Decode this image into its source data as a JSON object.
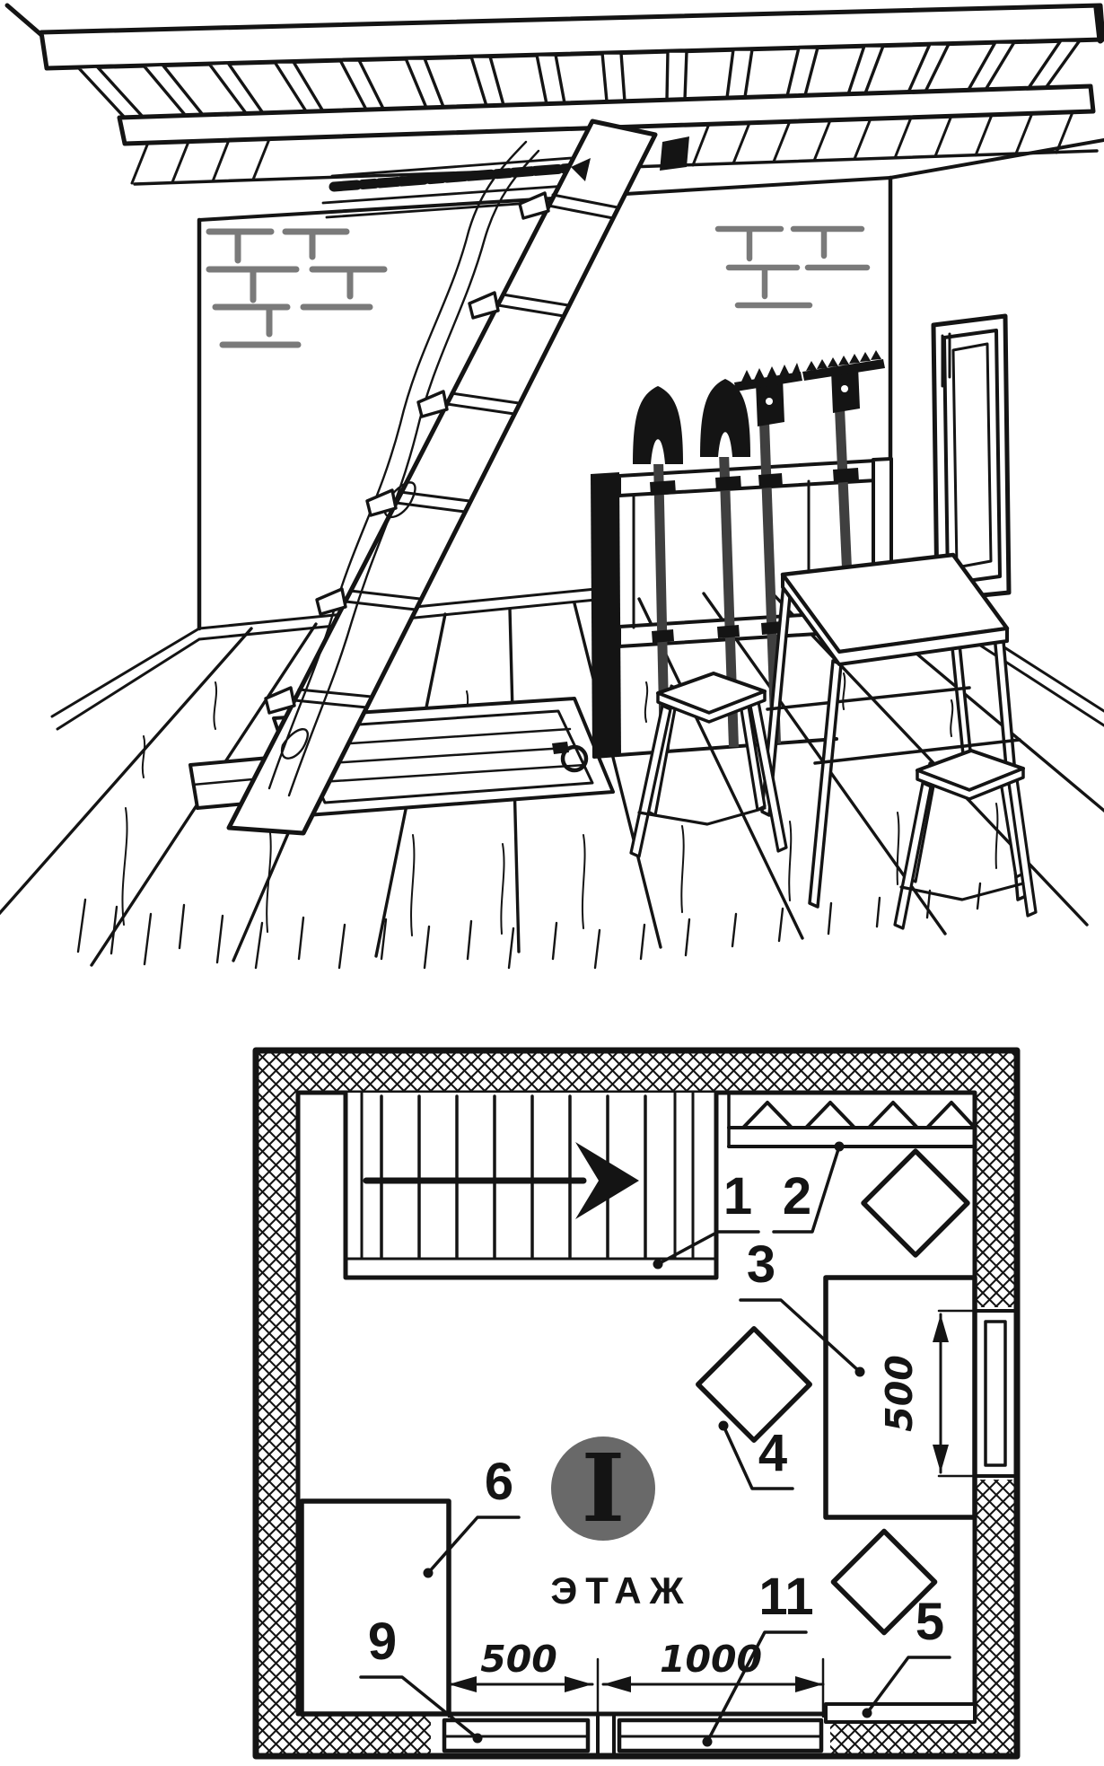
{
  "plan": {
    "badge": "I",
    "room_label": "ЭТАЖ",
    "callouts": {
      "c1": "1",
      "c2": "2",
      "c3": "3",
      "c4": "4",
      "c5": "5",
      "c6": "6",
      "c9": "9",
      "c11": "11"
    },
    "dimensions": {
      "right_window": "500",
      "bottom_left": "500",
      "bottom_right": "1000"
    }
  },
  "colors": {
    "ink": "#141414",
    "brick_gray": "#7a7a7a",
    "badge_gray": "#696969",
    "paper": "#ffffff"
  }
}
